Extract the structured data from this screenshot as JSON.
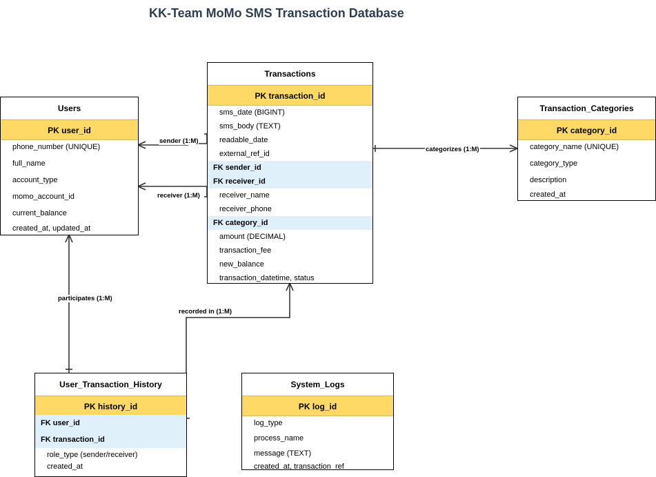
{
  "title": "KK-Team MoMo SMS Transaction Database",
  "users": {
    "name": "Users",
    "pk": "PK user_id",
    "attributes": [
      "phone_number (UNIQUE)",
      "full_name",
      "account_type",
      "momo_account_id",
      "current_balance",
      "created_at, updated_at"
    ]
  },
  "transactions": {
    "name": "Transactions",
    "pk": "PK transaction_id",
    "rows": [
      {
        "text": "sms_date (BIGINT)",
        "kind": "attr"
      },
      {
        "text": "sms_body (TEXT)",
        "kind": "attr"
      },
      {
        "text": "readable_date",
        "kind": "attr"
      },
      {
        "text": "external_ref_id",
        "kind": "attr"
      },
      {
        "text": "FK sender_id",
        "kind": "fk"
      },
      {
        "text": "FK receiver_id",
        "kind": "fk"
      },
      {
        "text": "receiver_name",
        "kind": "attr"
      },
      {
        "text": "receiver_phone",
        "kind": "attr"
      },
      {
        "text": "FK category_id",
        "kind": "fk"
      },
      {
        "text": "amount (DECIMAL)",
        "kind": "attr"
      },
      {
        "text": "transaction_fee",
        "kind": "attr"
      },
      {
        "text": "new_balance",
        "kind": "attr"
      },
      {
        "text": "transaction_datetime, status",
        "kind": "attr"
      }
    ]
  },
  "categories": {
    "name": "Transaction_Categories",
    "pk": "PK category_id",
    "attributes": [
      "category_name (UNIQUE)",
      "category_type",
      "description",
      "created_at"
    ]
  },
  "history": {
    "name": "User_Transaction_History",
    "pk": "PK history_id",
    "fks": [
      "FK user_id",
      "FK transaction_id"
    ],
    "attributes": [
      "role_type (sender/receiver)",
      "created_at"
    ]
  },
  "logs": {
    "name": "System_Logs",
    "pk": "PK log_id",
    "attributes": [
      "log_type",
      "process_name",
      "message (TEXT)",
      "created_at, transaction_ref"
    ]
  },
  "relationships": {
    "sender": "sender (1:M)",
    "receiver": "receiver (1:M)",
    "categorizes": "categorizes (1:M)",
    "participates": "participates (1:M)",
    "recorded_in": "recorded in (1:M)"
  }
}
